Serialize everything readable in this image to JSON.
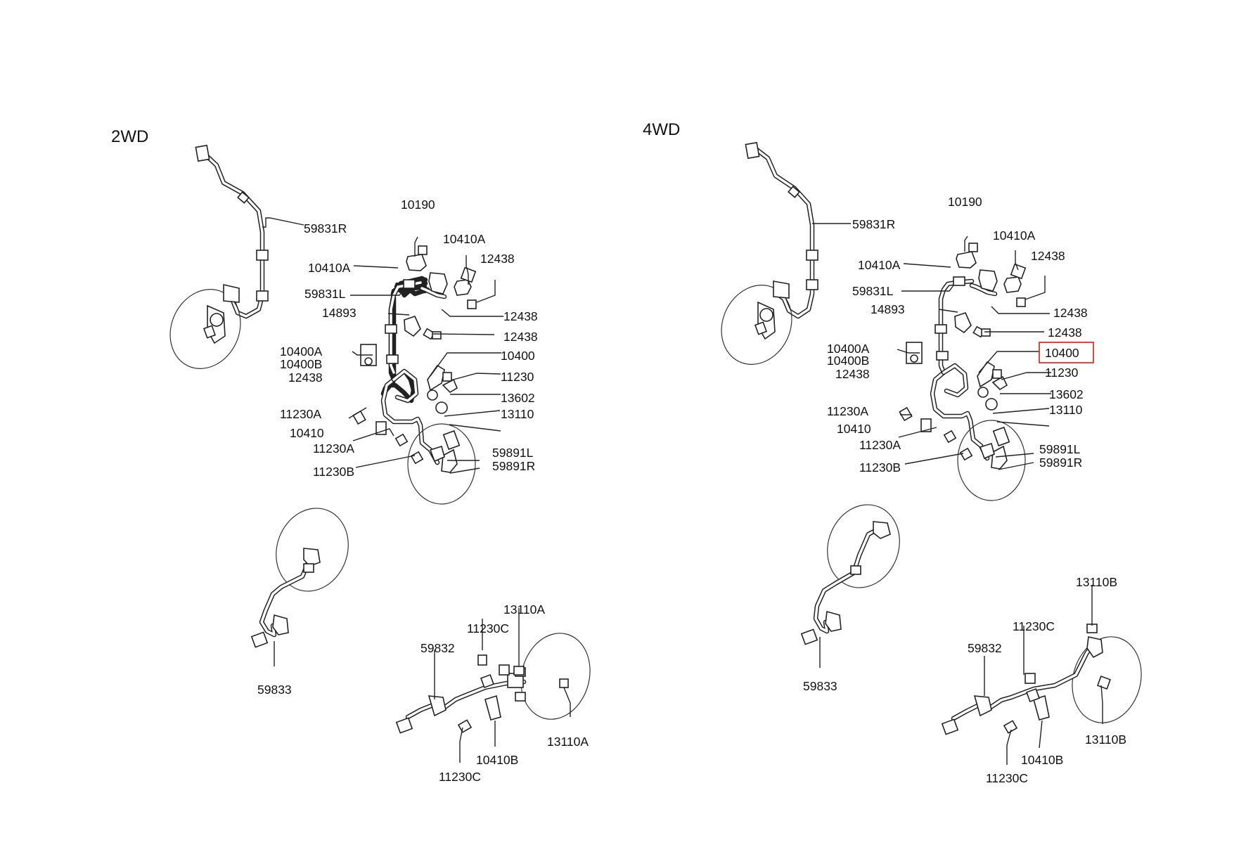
{
  "diagram": {
    "panels": [
      {
        "id": "2wd",
        "title": "2WD",
        "labels": [
          "59831R",
          "10190",
          "10410A",
          "10410A",
          "12438",
          "59831L",
          "12438",
          "14893",
          "12438",
          "10400",
          "10400A",
          "10400B",
          "12438",
          "11230",
          "13602",
          "11230A",
          "13110",
          "10410",
          "11230A",
          "59891L",
          "59891R",
          "11230B",
          "59833",
          "13110A",
          "11230C",
          "59832",
          "11230C",
          "10410B",
          "13110A"
        ]
      },
      {
        "id": "4wd",
        "title": "4WD",
        "labels": [
          "59831R",
          "10190",
          "10410A",
          "10410A",
          "12438",
          "59831L",
          "12438",
          "14893",
          "12438",
          "10400",
          "10400A",
          "10400B",
          "12438",
          "11230",
          "13602",
          "11230A",
          "13110",
          "10410",
          "11230A",
          "59891L",
          "59891R",
          "11230B",
          "59833",
          "13110B",
          "11230C",
          "59832",
          "11230C",
          "10410B",
          "13110B"
        ]
      }
    ],
    "highlight": {
      "panel": "4wd",
      "label": "10400",
      "color": "#e03030"
    }
  }
}
